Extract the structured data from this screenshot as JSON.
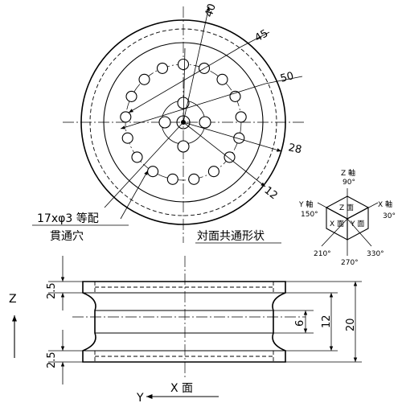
{
  "front_view": {
    "radial_dims": [
      "40",
      "45",
      "50",
      "28",
      "12"
    ],
    "hole_note": "17xφ3 等配",
    "hole_note_sub": "貫通穴",
    "common_shape_note": "対面共通形状"
  },
  "side_view": {
    "dims": {
      "flange_top": "2.5",
      "flange_bottom": "2.5",
      "groove": "6",
      "inner": "12",
      "total": "20"
    },
    "axis_z": "Z",
    "axis_y": "Y",
    "view_label": "X 面"
  },
  "iso_cube": {
    "z_axis": "Z 軸",
    "z_angle": "90°",
    "y_axis": "Y 軸",
    "y_angle": "150°",
    "x_axis": "X 軸",
    "x_angle": "30°",
    "face_z": "Z 面",
    "face_x": "X 面",
    "face_y": "Y 面",
    "angle_210": "210°",
    "angle_270": "270°",
    "angle_330": "330°"
  }
}
